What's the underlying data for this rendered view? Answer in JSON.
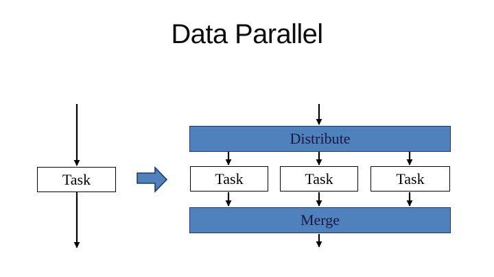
{
  "slide": {
    "title": "Data Parallel"
  },
  "diagram": {
    "input_task": {
      "label": "Task"
    },
    "distribute": {
      "label": "Distribute"
    },
    "parallel_tasks": [
      {
        "label": "Task"
      },
      {
        "label": "Task"
      },
      {
        "label": "Task"
      }
    ],
    "merge": {
      "label": "Merge"
    },
    "transform_arrow_icon": "block-arrow-right"
  },
  "colors": {
    "background": "#ffffff",
    "bar_fill": "#4f81bd",
    "bar_border": "#203864",
    "bar_text": "#191943",
    "box_fill": "#ffffff",
    "box_border": "#000000",
    "box_text": "#000000",
    "connector": "#000000",
    "title_text": "#0d0d0d"
  }
}
